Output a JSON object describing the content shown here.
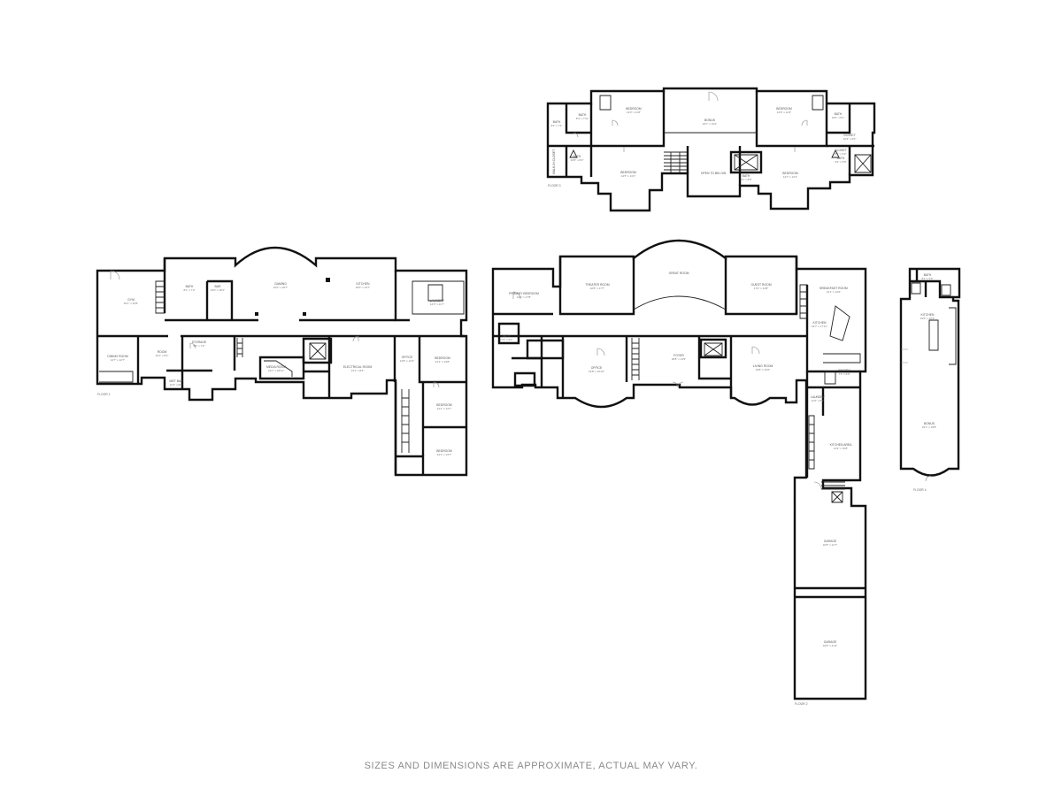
{
  "disclaimer": "SIZES AND DIMENSIONS ARE APPROXIMATE, ACTUAL MAY VARY.",
  "floors": [
    {
      "id": "floor-upper",
      "label": "FLOOR 3",
      "rooms": [
        {
          "name": "BATH",
          "dims": "8'4\" x 7'11\""
        },
        {
          "name": "BEDROOM",
          "dims": "13'0\" x 11'8\""
        },
        {
          "name": "BONUS",
          "dims": "34'7\" x 19'4\""
        },
        {
          "name": "BEDROOM",
          "dims": "13'6\" x 11'8\""
        },
        {
          "name": "BATH",
          "dims": "10'6\" x 8'1\""
        },
        {
          "name": "CLOSET",
          "dims": "10'3\" x 6'6\""
        },
        {
          "name": "BATH",
          "dims": "9'4\" x 7'1\""
        },
        {
          "name": "WALK-IN CLOSET",
          "dims": ""
        },
        {
          "name": "BATH",
          "dims": "10'0\" x 6'0\""
        },
        {
          "name": "BEDROOM",
          "dims": "14'5\" x 13'1\""
        },
        {
          "name": "OPEN TO BELOW",
          "dims": ""
        },
        {
          "name": "BATH",
          "dims": "9'3\" x 8'5\""
        },
        {
          "name": "BEDROOM",
          "dims": "14'7\" x 13'1\""
        },
        {
          "name": "CLOSET",
          "dims": "8'1\" x 6'2\""
        },
        {
          "name": "BATH",
          "dims": "9'2\" x 5'9\""
        }
      ]
    },
    {
      "id": "floor-basement",
      "label": "FLOOR 1",
      "rooms": [
        {
          "name": "GYM",
          "dims": "26'1\" x 22'8\""
        },
        {
          "name": "BATH",
          "dims": "8'1\" x 7'2\""
        },
        {
          "name": "BAR",
          "dims": "23'0\" x 18'1\""
        },
        {
          "name": "GAMING",
          "dims": "22'0\" x 18'7\""
        },
        {
          "name": "KITCHEN",
          "dims": "18'0\" x 13'7\""
        },
        {
          "name": "LAUNDRY",
          "dims": "12'0\" x 11'7\""
        },
        {
          "name": "DINING ROOM",
          "dims": "14'7\" x 12'7\""
        },
        {
          "name": "ROOM",
          "dims": "10'1\" x 9'2\""
        },
        {
          "name": "STORAGE",
          "dims": "8'5\" x 7'2\""
        },
        {
          "name": "WET BAR",
          "dims": "12'4\" x 8'0\""
        },
        {
          "name": "MEDIA ROOM",
          "dims": "22'7\" x 18'11\""
        },
        {
          "name": "ELECTRICAL ROOM",
          "dims": "13'1\" x 8'4\""
        },
        {
          "name": "OFFICE",
          "dims": "14'8\" x 12'3\""
        },
        {
          "name": "BEDROOM",
          "dims": "14'1\" x 13'8\""
        },
        {
          "name": "BEDROOM",
          "dims": "14'1\" x 13'7\""
        }
      ]
    },
    {
      "id": "floor-main",
      "label": "FLOOR 2",
      "rooms": [
        {
          "name": "PRIMARY BEDROOM",
          "dims": "21'3\" x 17'8\""
        },
        {
          "name": "THEATER ROOM",
          "dims": "22'8\" x 17'7\""
        },
        {
          "name": "GREAT ROOM",
          "dims": ""
        },
        {
          "name": "GUEST ROOM",
          "dims": "17'2\" x 14'8\""
        },
        {
          "name": "BREAKFAST ROOM",
          "dims": "14'1\" x 12'6\""
        },
        {
          "name": "KITCHEN",
          "dims": "24'7\" x 17'11\""
        },
        {
          "name": "BATH",
          "dims": "17'4\" x 9'3\""
        },
        {
          "name": "OFFICE",
          "dims": "19'8\" x 16'10\""
        },
        {
          "name": "FOYER",
          "dims": "18'8\" x 14'9\""
        },
        {
          "name": "LIVING ROOM",
          "dims": "19'8\" x 16'6\""
        },
        {
          "name": "PANTRY",
          "dims": "7'1\" x 6'0\""
        },
        {
          "name": "LAUNDRY",
          "dims": "11'6\" x 8'1\""
        },
        {
          "name": "KITCHEN AREA",
          "dims": "14'3\" x 10'8\""
        },
        {
          "name": "GARAGE",
          "dims": "22'8\" x 21'7\""
        },
        {
          "name": "GARAGE",
          "dims": "22'8\" x 21'4\""
        }
      ]
    },
    {
      "id": "floor-guest",
      "label": "FLOOR 4",
      "rooms": [
        {
          "name": "BATH",
          "dims": "8'1\" x 5'6\""
        },
        {
          "name": "KITCHEN",
          "dims": "19'6\" x 10'3\""
        },
        {
          "name": "BONUS",
          "dims": "33'1\" x 19'8\""
        }
      ]
    }
  ]
}
